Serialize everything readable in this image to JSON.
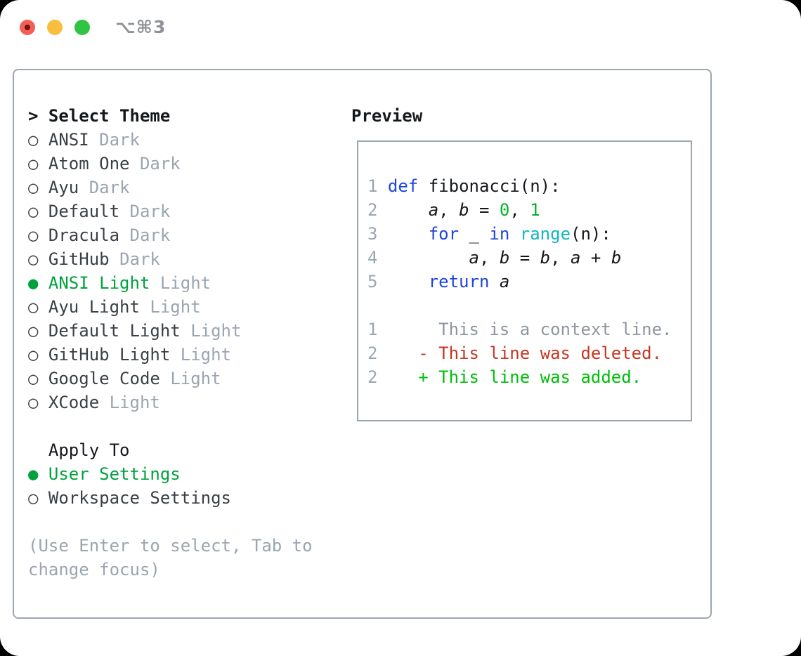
{
  "window": {
    "shortcut": "⌥⌘3"
  },
  "icons": {
    "radio_selected_glyph": "●",
    "radio_unselected_glyph": "○"
  },
  "theme_panel": {
    "header": "> Select Theme",
    "items": [
      {
        "name": "ANSI",
        "variant": "Dark",
        "selected": false
      },
      {
        "name": "Atom One",
        "variant": "Dark",
        "selected": false
      },
      {
        "name": "Ayu",
        "variant": "Dark",
        "selected": false
      },
      {
        "name": "Default",
        "variant": "Dark",
        "selected": false
      },
      {
        "name": "Dracula",
        "variant": "Dark",
        "selected": false
      },
      {
        "name": "GitHub",
        "variant": "Dark",
        "selected": false
      },
      {
        "name": "ANSI Light",
        "variant": "Light",
        "selected": true
      },
      {
        "name": "Ayu Light",
        "variant": "Light",
        "selected": false
      },
      {
        "name": "Default Light",
        "variant": "Light",
        "selected": false
      },
      {
        "name": "GitHub Light",
        "variant": "Light",
        "selected": false
      },
      {
        "name": "Google Code",
        "variant": "Light",
        "selected": false
      },
      {
        "name": "XCode",
        "variant": "Light",
        "selected": false
      }
    ],
    "apply_to": {
      "header": "Apply To",
      "options": [
        {
          "label": "User Settings",
          "selected": true
        },
        {
          "label": "Workspace Settings",
          "selected": false
        }
      ]
    },
    "hint_lines": [
      "(Use Enter to select, Tab to",
      "change focus)"
    ]
  },
  "preview": {
    "header": "Preview",
    "code_lines": [
      {
        "num": "1",
        "tokens": [
          {
            "c": "kw",
            "t": "def"
          },
          {
            "c": "pl",
            "t": " fibonacci(n):"
          }
        ]
      },
      {
        "num": "2",
        "tokens": [
          {
            "c": "pl",
            "t": "    "
          },
          {
            "c": "vr",
            "t": "a"
          },
          {
            "c": "pl",
            "t": ", "
          },
          {
            "c": "vr",
            "t": "b"
          },
          {
            "c": "pl",
            "t": " = "
          },
          {
            "c": "nm",
            "t": "0"
          },
          {
            "c": "pl",
            "t": ", "
          },
          {
            "c": "nm",
            "t": "1"
          }
        ]
      },
      {
        "num": "3",
        "tokens": [
          {
            "c": "pl",
            "t": "    "
          },
          {
            "c": "kw",
            "t": "for"
          },
          {
            "c": "pl",
            "t": " "
          },
          {
            "c": "vr",
            "t": "_"
          },
          {
            "c": "pl",
            "t": " "
          },
          {
            "c": "kw",
            "t": "in"
          },
          {
            "c": "pl",
            "t": " "
          },
          {
            "c": "bi",
            "t": "range"
          },
          {
            "c": "pl",
            "t": "(n):"
          }
        ]
      },
      {
        "num": "4",
        "tokens": [
          {
            "c": "pl",
            "t": "        "
          },
          {
            "c": "vr",
            "t": "a"
          },
          {
            "c": "pl",
            "t": ", "
          },
          {
            "c": "vr",
            "t": "b"
          },
          {
            "c": "pl",
            "t": " = "
          },
          {
            "c": "vr",
            "t": "b"
          },
          {
            "c": "pl",
            "t": ", "
          },
          {
            "c": "vr",
            "t": "a"
          },
          {
            "c": "pl",
            "t": " + "
          },
          {
            "c": "vr",
            "t": "b"
          }
        ]
      },
      {
        "num": "5",
        "tokens": [
          {
            "c": "pl",
            "t": "    "
          },
          {
            "c": "kw",
            "t": "return"
          },
          {
            "c": "pl",
            "t": " "
          },
          {
            "c": "vr",
            "t": "a"
          }
        ]
      }
    ],
    "diff_lines": [
      {
        "num": "1",
        "kind": "ctx",
        "text": "  This is a context line."
      },
      {
        "num": "2",
        "kind": "del",
        "text": "- This line was deleted."
      },
      {
        "num": "2",
        "kind": "add",
        "text": "+ This line was added."
      }
    ]
  },
  "colors": {
    "window_bg": "#ffffff",
    "panel_border": "#9CA6B2",
    "heading_text": "#14171C",
    "item_text": "#3A4046",
    "muted": "#9AA5B2",
    "ui_green": "#00A23C",
    "kw_blue": "#1E45DC",
    "builtin_cyan": "#12B4C6",
    "num_green": "#00B227",
    "code_text": "#14171C",
    "ctx_gray": "#8F969F",
    "del_red": "#C63620",
    "add_green": "#00BE0A",
    "shortcut_text": "#8E9196",
    "close_red": "#F45F55",
    "close_dot": "#771007",
    "minimize_yellow": "#F7BE3F",
    "zoom_green": "#2FC444"
  }
}
